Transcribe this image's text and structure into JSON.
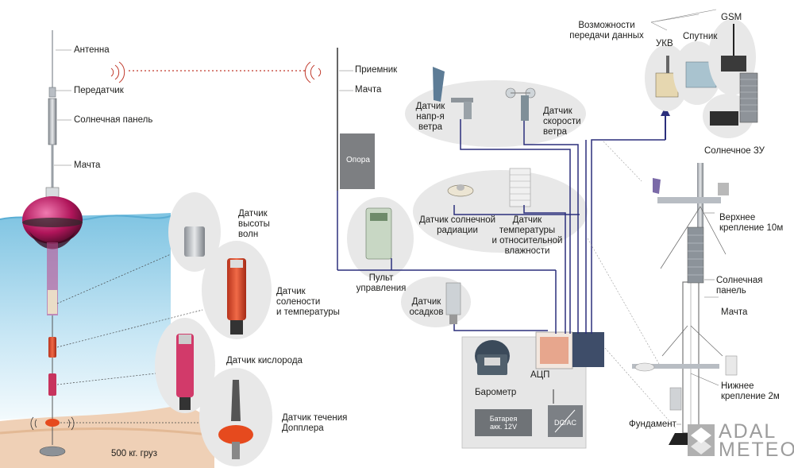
{
  "buoy": {
    "antenna": "Антенна",
    "transmitter": "Передатчик",
    "solar_panel": "Солнечная панель",
    "mast": "Мачта",
    "wave_sensor": "Датчик\nвысоты\nволн",
    "salinity_sensor": "Датчик\nсолености\nи температуры",
    "oxygen_sensor": "Датчик кислорода",
    "doppler_sensor": "Датчик течения\nДопплера",
    "weight": "500 кг. груз"
  },
  "receiver": {
    "receiver": "Приемник",
    "mast": "Мачта",
    "support": "Опора",
    "control_panel": "Пульт\nуправления"
  },
  "station": {
    "wind_dir_sensor": "Датчик\nнапр-я\nветра",
    "wind_speed_sensor": "Датчик\nскорости\nветра",
    "solar_rad_sensor": "Датчик солнечной\nрадиации",
    "temp_hum_sensor": "Датчик\nтемпературы\nи относительной\nвлажности",
    "rain_sensor": "Датчик\nосадков",
    "barometer": "Барометр",
    "adc": "АЦП",
    "battery": "Батарея\nакк. 12V",
    "dcac": "DC/AC"
  },
  "comms": {
    "title": "Возможности\nпередачи данных",
    "vhf": "УКВ",
    "satellite": "Спутник",
    "gsm": "GSM",
    "solar_charger": "Солнечное ЗУ"
  },
  "tower": {
    "upper_mount": "Верхнее\nкрепление 10м",
    "solar_panel": "Солнечная панель",
    "mast": "Мачта",
    "lower_mount": "Нижнее\nкрепление 2м",
    "foundation": "Фундамент"
  },
  "brand": {
    "line1": "ADAL",
    "line2": "METEO"
  },
  "colors": {
    "sea_top": "#8fcde7",
    "sea_bottom": "#e6f4fb",
    "sand": "#ecc7a8",
    "bubble": "#e9e9e9",
    "wire": "#2b2f7c",
    "buoy_accent": "#c2185b",
    "sensor_red": "#e2452a"
  }
}
